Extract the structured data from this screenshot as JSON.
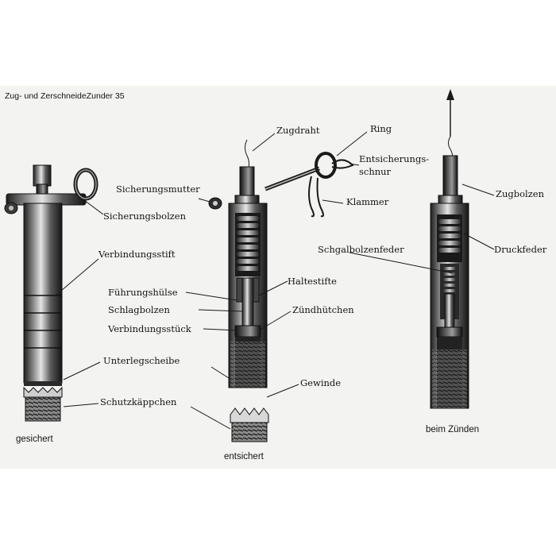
{
  "title": "Zug- und ZerschneideZunder 35",
  "captions": {
    "left": "gesichert",
    "middle": "entsichert",
    "right": "beim Zünden"
  },
  "labels": {
    "zugdraht": "Zugdraht",
    "ring": "Ring",
    "entsicherungs_1": "Entsicherungs-",
    "entsicherungs_2": "schnur",
    "sicherungsmutter": "Sicherungsmutter",
    "sicherungsbolzen": "Sicherungsbolzen",
    "klammer": "Klammer",
    "verbindungsstift": "Verbindungsstift",
    "schgalbolzenfeder": "Schgalbolzenfeder",
    "zugbolzen": "Zugbolzen",
    "druckfeder": "Druckfeder",
    "fuehrungshuelse": "Führungshülse",
    "haltestifte": "Haltestifte",
    "schlagbolzen": "Schlagbolzen",
    "zuendhuetchen": "Zündhütchen",
    "verbindungsstueck": "Verbindungsstück",
    "unterlegscheibe": "Unterlegscheibe",
    "gewinde": "Gewinde",
    "schutzkaeppchen": "Schutzkäppchen"
  }
}
